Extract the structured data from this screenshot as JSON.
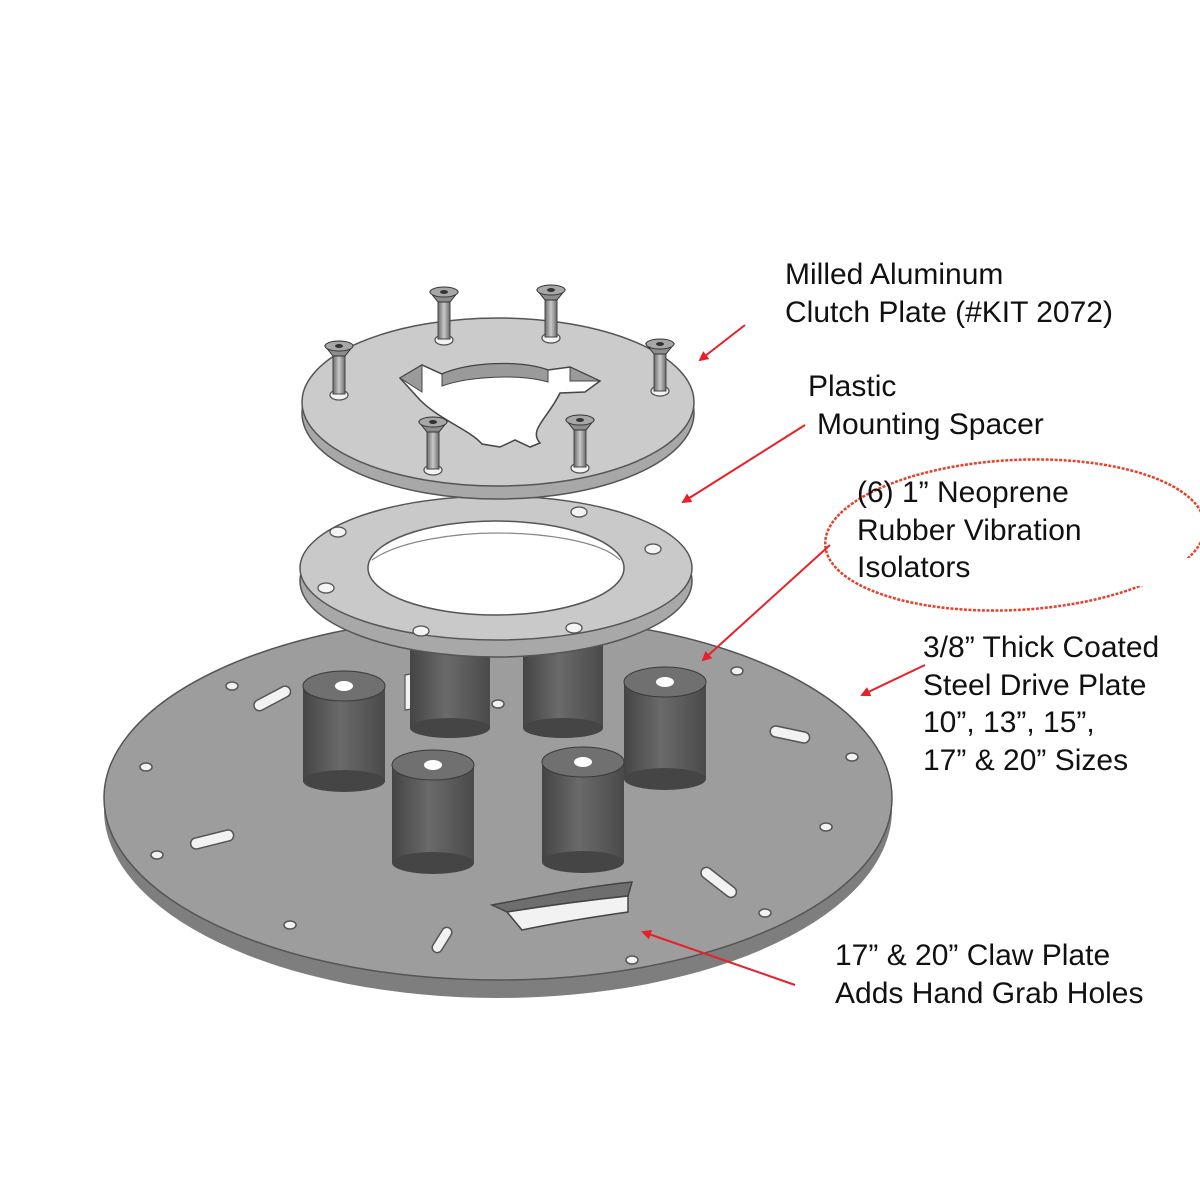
{
  "callouts": {
    "clutch_plate": {
      "line1": "Milled Aluminum",
      "line2": "Clutch Plate (#KIT 2072)"
    },
    "spacer": {
      "line1": "Plastic",
      "line2": "Mounting Spacer"
    },
    "isolators": {
      "line1": "(6) 1” Neoprene",
      "line2": "Rubber Vibration",
      "line3": "Isolators"
    },
    "drive_plate": {
      "line1": "3/8” Thick Coated",
      "line2": "Steel Drive Plate",
      "line3": "10”, 13”, 15”,",
      "line4": "17” & 20” Sizes"
    },
    "claw_plate": {
      "line1": "17” & 20” Claw Plate",
      "line2": "Adds Hand Grab Holes"
    }
  },
  "colors": {
    "arrow": "#e8202a",
    "highlight_ellipse": "#e8402a",
    "plate_face": "#9b9b9b",
    "plate_edge": "#7e7e7e",
    "ring_face": "#c8c8c8",
    "ring_edge": "#a8a8a8",
    "isolator": "#5a5a5a",
    "bolt": "#8a8a8a"
  },
  "icons": {
    "arrow": "red-arrow-icon",
    "bolt": "countersunk-bolt-icon"
  }
}
